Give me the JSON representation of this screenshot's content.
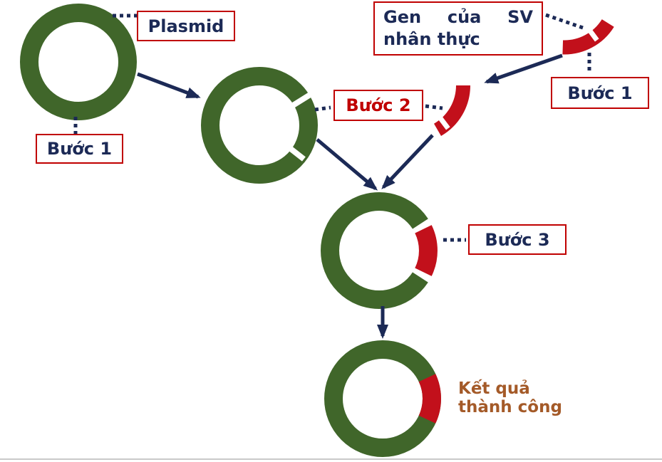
{
  "colors": {
    "plasmid_green": "#40662A",
    "gene_red": "#C2101B",
    "navy": "#1C2A56",
    "box_border_red": "#C00000",
    "step2_text_red": "#C00000",
    "result_brown": "#A45A28",
    "divider_gray": "#C9C9C9"
  },
  "labels": {
    "plasmid": "Plasmid",
    "step1_left": "Bước 1",
    "step2": "Bước 2",
    "step3": "Bước 3",
    "step1_right": "Bước 1",
    "gene_words": [
      "Gen",
      "của",
      "SV"
    ],
    "gene_line2": "nhân thực",
    "result_line1": "Kết quả",
    "result_line2": "thành công"
  }
}
